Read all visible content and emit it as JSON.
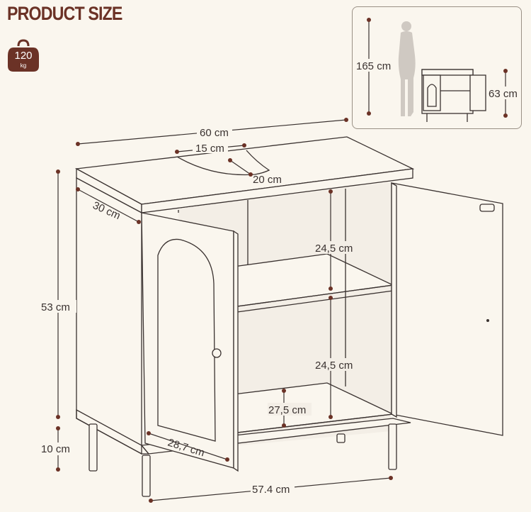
{
  "title": "PRODUCT SIZE",
  "weight_badge": {
    "value": "120",
    "unit": "kg"
  },
  "inset": {
    "person_height": "165 cm",
    "cabinet_height": "63 cm"
  },
  "dimensions": {
    "total_width": "60 cm",
    "sink_cutout_width": "15 cm",
    "sink_cutout_depth": "20 cm",
    "depth": "30 cm",
    "body_height": "53 cm",
    "leg_height": "10 cm",
    "upper_compartment_height": "24,5 cm",
    "lower_compartment_height": "24,5 cm",
    "shelf_depth": "27,5 cm",
    "door_width": "28,7 cm",
    "leg_span_width": "57.4 cm"
  },
  "colors": {
    "accent": "#6b3226",
    "line": "#3a3230",
    "dot": "#6b3226"
  }
}
